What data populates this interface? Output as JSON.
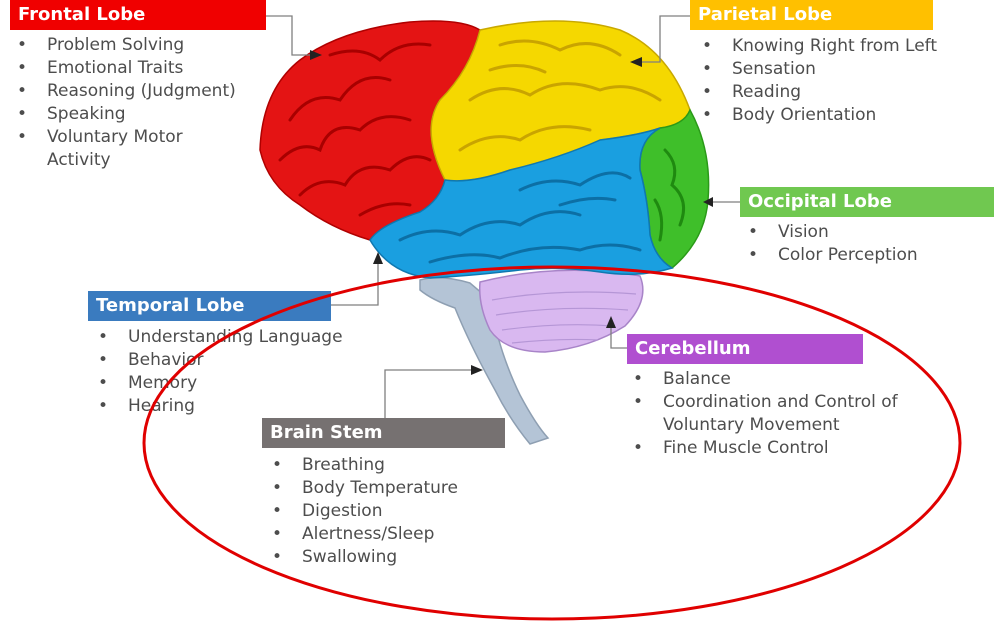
{
  "lobes": {
    "frontal": {
      "title": "Frontal Lobe",
      "color": "#f00000",
      "items": [
        "Problem Solving",
        "Emotional Traits",
        "Reasoning (Judgment)",
        "Speaking",
        "Voluntary Motor Activity"
      ]
    },
    "parietal": {
      "title": "Parietal Lobe",
      "color": "#ffc000",
      "items": [
        "Knowing Right from Left",
        "Sensation",
        "Reading",
        "Body Orientation"
      ]
    },
    "occipital": {
      "title": "Occipital Lobe",
      "color": "#70c850",
      "items": [
        "Vision",
        "Color Perception"
      ]
    },
    "temporal": {
      "title": "Temporal Lobe",
      "color": "#3a7bbf",
      "items": [
        "Understanding Language",
        "Behavior",
        "Memory",
        "Hearing"
      ]
    },
    "cerebellum": {
      "title": "Cerebellum",
      "color": "#b04fd0",
      "items": [
        "Balance",
        "Coordination and Control of Voluntary Movement",
        "Fine Muscle Control"
      ]
    },
    "brainstem": {
      "title": "Brain Stem",
      "color": "#767171",
      "items": [
        "Breathing",
        "Body Temperature",
        "Digestion",
        "Alertness/Sleep",
        "Swallowing"
      ]
    }
  },
  "brain_colors": {
    "frontal": "#e41414",
    "parietal": "#f5d800",
    "occipital": "#3fbf2a",
    "temporal": "#1a9fe0",
    "cerebellum": "#d9b8f0",
    "stem": "#b4c4d6"
  },
  "highlight_color": "#e00000"
}
